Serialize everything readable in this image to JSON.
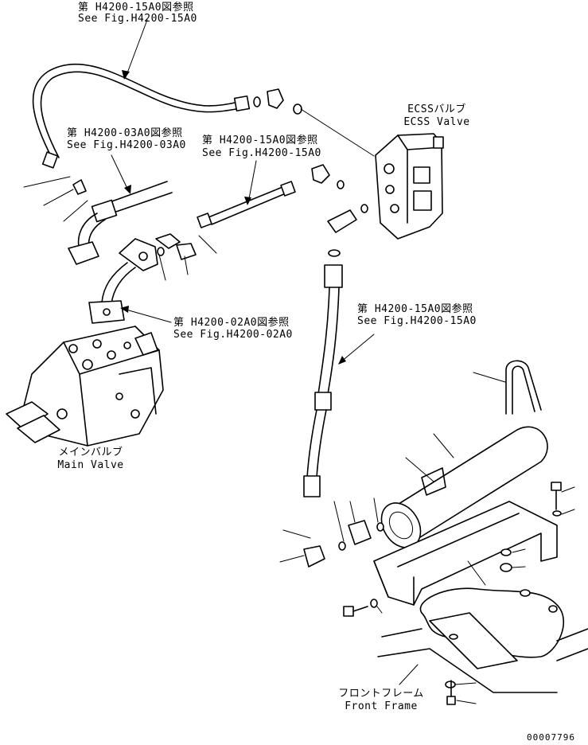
{
  "callouts": {
    "hose_top": {
      "jp": "第 H4200-15A0図参照",
      "en": "See Fig.H4200-15A0"
    },
    "hose_left": {
      "jp": "第 H4200-03A0図参照",
      "en": "See Fig.H4200-03A0"
    },
    "hose_mid": {
      "jp": "第 H4200-15A0図参照",
      "en": "See Fig.H4200-15A0"
    },
    "hose_right": {
      "jp": "第 H4200-15A0図参照",
      "en": "See Fig.H4200-15A0"
    },
    "main_valve_ref": {
      "jp": "第 H4200-02A0図参照",
      "en": "See Fig.H4200-02A0"
    }
  },
  "components": {
    "ecss_valve": {
      "jp": "ECSSバルブ",
      "en": "ECSS Valve"
    },
    "main_valve": {
      "jp": "メインバルブ",
      "en": "Main Valve"
    },
    "front_frame": {
      "jp": "フロントフレーム",
      "en": "Front Frame"
    }
  },
  "drawing_number": "00007796"
}
